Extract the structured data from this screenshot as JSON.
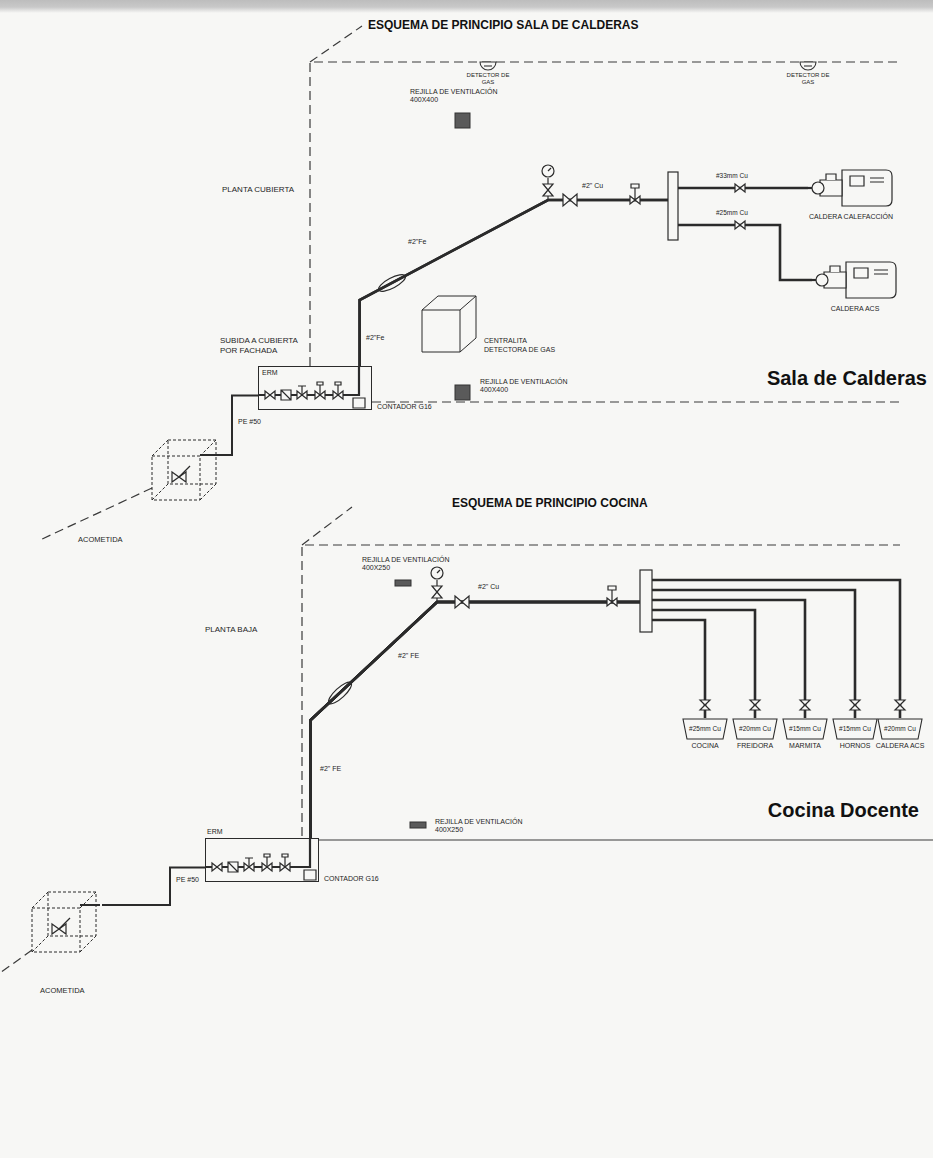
{
  "diagram": {
    "nodes": [
      {
        "text": [
          "ERM",
          "CONTADOR G16"
        ]
      },
      {
        "text": [
          "ACOMETIDA"
        ]
      },
      {
        "text": [
          "CENTRALITA DETECTORA DE GAS"
        ]
      },
      {
        "text": [
          "CALDERA CALEFACCIÓN"
        ]
      },
      {
        "text": [
          "CALDERA ACS"
        ]
      },
      {
        "text": [
          "ERM",
          "CONTADOR G16"
        ]
      },
      {
        "text": [
          "ACOMETIDA"
        ]
      },
      {
        "text": [
          "#25mm Cu",
          "COCINA"
        ]
      },
      {
        "text": [
          "#20mm Cu",
          "FREIDORA"
        ]
      },
      {
        "text": [
          "#15mm Cu",
          "MARMITA"
        ]
      },
      {
        "text": [
          "#15mm Cu",
          "HORNOS"
        ]
      },
      {
        "text": [
          "#20mm Cu",
          "CALDERA ACS"
        ]
      }
    ],
    "edges": [
      {
        "from": 1,
        "to": 0,
        "arrow": "none"
      },
      {
        "from": 0,
        "to": 3,
        "arrow": "none"
      },
      {
        "from": 0,
        "to": 4,
        "arrow": "none"
      },
      {
        "from": 6,
        "to": 5,
        "arrow": "none"
      },
      {
        "from": 5,
        "to": 7,
        "arrow": "none"
      },
      {
        "from": 5,
        "to": 8,
        "arrow": "none"
      },
      {
        "from": 5,
        "to": 9,
        "arrow": "none"
      },
      {
        "from": 5,
        "to": 10,
        "arrow": "none"
      },
      {
        "from": 5,
        "to": 11,
        "arrow": "none"
      }
    ],
    "labels": [
      "ESQUEMA DE PRINCIPIO SALA DE CALDERAS",
      "DETECTOR DE GAS",
      "DETECTOR DE GAS",
      "REJILLA DE VENTILACIÓN 400X400",
      "PLANTA CUBIERTA",
      "#2\"Fe",
      "#2\" Cu",
      "#33mm Cu",
      "#25mm Cu",
      "SUBIDA A CUBIERTA POR FACHADA",
      "#2\"Fe",
      "REJILLA DE VENTILACIÓN 400X400",
      "PE #50",
      "Sala de Calderas",
      "ESQUEMA DE PRINCIPIO COCINA",
      "REJILLA DE VENTILACIÓN 400X250",
      "PLANTA BAJA",
      "#2\" Cu",
      "#2\" FE",
      "#2\" FE",
      "REJILLA DE VENTILACIÓN 400X250",
      "PE #50",
      "Cocina Docente"
    ]
  }
}
